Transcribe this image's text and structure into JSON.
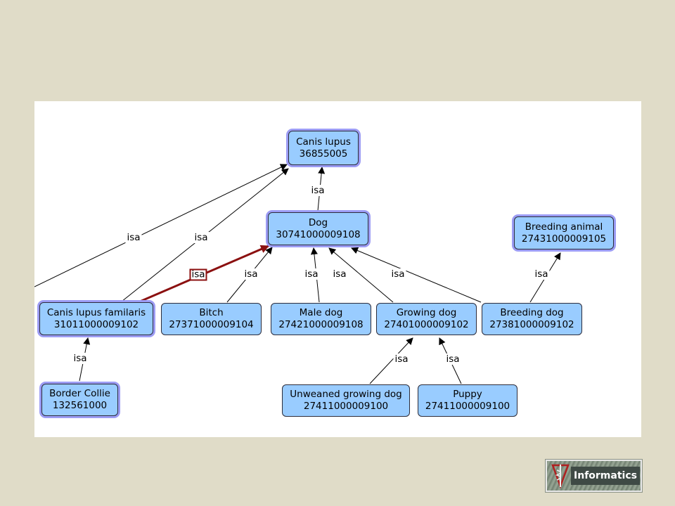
{
  "diagram": {
    "relation_label": "isa",
    "colors": {
      "node_fill": "#99ccff",
      "node_highlight": "#9c9cf4",
      "edge": "#000000",
      "selected_edge": "#8b1010",
      "page_background": "#e0dcc8"
    },
    "nodes": {
      "canis_lupus": {
        "name": "Canis lupus",
        "code": "36855005"
      },
      "dog": {
        "name": "Dog",
        "code": "30741000009108"
      },
      "breeding_animal": {
        "name": "Breeding animal",
        "code": "27431000009105"
      },
      "canis_lupus_familaris": {
        "name": "Canis lupus familaris",
        "code": "31011000009102"
      },
      "bitch": {
        "name": "Bitch",
        "code": "27371000009104"
      },
      "male_dog": {
        "name": "Male dog",
        "code": "27421000009108"
      },
      "growing_dog": {
        "name": "Growing dog",
        "code": "27401000009102"
      },
      "breeding_dog": {
        "name": "Breeding dog",
        "code": "27381000009102"
      },
      "border_collie": {
        "name": "Border Collie",
        "code": "132561000"
      },
      "unweaned_growing_dog": {
        "name": "Unweaned growing dog",
        "code": "27411000009100"
      },
      "puppy": {
        "name": "Puppy",
        "code": "27411000009100"
      }
    },
    "edges": [
      {
        "from": "offscreen_left",
        "to": "canis_lupus",
        "label": "isa"
      },
      {
        "from": "canis_lupus_familaris",
        "to": "canis_lupus",
        "label": "isa"
      },
      {
        "from": "dog",
        "to": "canis_lupus",
        "label": "isa"
      },
      {
        "from": "canis_lupus_familaris",
        "to": "dog",
        "label": "isa",
        "selected": true
      },
      {
        "from": "bitch",
        "to": "dog",
        "label": "isa"
      },
      {
        "from": "male_dog",
        "to": "dog",
        "label": "isa"
      },
      {
        "from": "growing_dog",
        "to": "dog",
        "label": "isa"
      },
      {
        "from": "breeding_dog",
        "to": "dog",
        "label": "isa"
      },
      {
        "from": "breeding_dog",
        "to": "breeding_animal",
        "label": "isa"
      },
      {
        "from": "border_collie",
        "to": "canis_lupus_familaris",
        "label": "isa"
      },
      {
        "from": "unweaned_growing_dog",
        "to": "growing_dog",
        "label": "isa"
      },
      {
        "from": "puppy",
        "to": "growing_dog",
        "label": "isa"
      }
    ]
  },
  "logo": {
    "text": "Informatics",
    "mark": "caduceus-logo-icon"
  }
}
